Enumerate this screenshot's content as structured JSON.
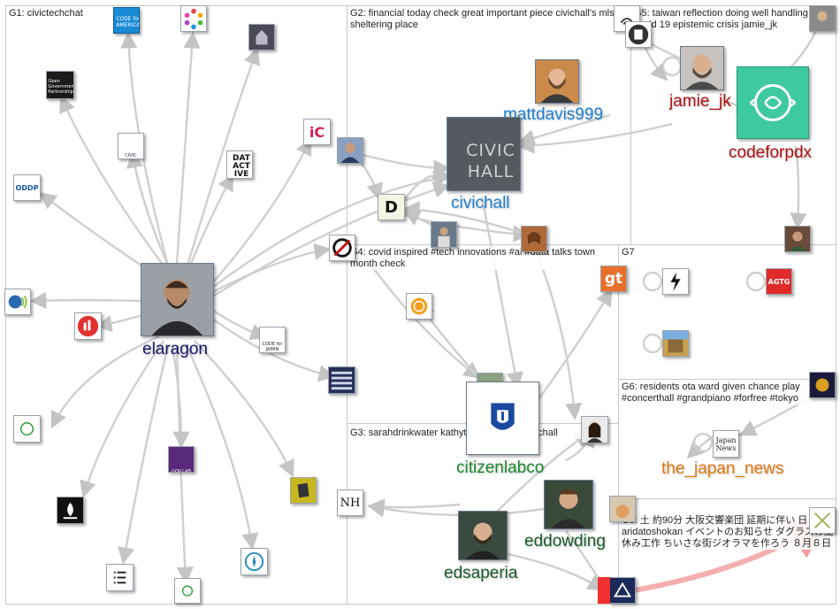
{
  "groups": [
    {
      "id": "G1",
      "label": "G1: civictechchat"
    },
    {
      "id": "G2",
      "label": "G2: financial today check great important piece civichall's mlsif sheltering place"
    },
    {
      "id": "G5",
      "label": "G5: taiwan reflection doing well handling covid 19 epistemic crisis jamie_jk"
    },
    {
      "id": "G4",
      "label": "G4: covid inspired #tech innovations #ai #data talks town month check"
    },
    {
      "id": "G7",
      "label": "G7"
    },
    {
      "id": "G6",
      "label": "G6: residents ota ward given chance play #concerthall #grandpiano #forfree #tokyo"
    },
    {
      "id": "G3",
      "label": "G3: sarahdrinkwater kathytpham nwspk civichall"
    },
    {
      "id": "G8",
      "label": "G8: 土 約90分 大阪交響楽団 延期に伴い 日 aridatoshokan イベントのお知らせ ダグラスの夏休み工作 ちいさな街ジオラマを作ろう ８月８日"
    }
  ],
  "nodes": {
    "elaragon": {
      "label": "elaragon",
      "color": "#1a1a6e"
    },
    "mattdavis999": {
      "label": "mattdavis999",
      "color": "#1e7fd0"
    },
    "civichall": {
      "label": "civichall",
      "color": "#1e7fd0"
    },
    "jamie_jk": {
      "label": "jamie_jk",
      "color": "#b01010"
    },
    "codeforpdx": {
      "label": "codeforpdx",
      "color": "#b01010"
    },
    "citizenlabco": {
      "label": "citizenlabco",
      "color": "#1a8a2a"
    },
    "eddowding": {
      "label": "eddowding",
      "color": "#1a5a2a"
    },
    "edsaperia": {
      "label": "edsaperia",
      "color": "#1a5a2a"
    },
    "the_japan_news": {
      "label": "the_japan_news",
      "color": "#e07a10"
    }
  },
  "icons": {
    "code_for_america": "CODE for AMERICA",
    "open_gov": "Open Government Partnership",
    "civic_media": "CIVIC MEDIA",
    "data_active": "DAT ACT IVE",
    "oddp": "ODDP",
    "ic": "iC",
    "code_for_japan": "CODE for JAPAN",
    "gt": "gt",
    "agtg": "AGTG",
    "nh": "NH",
    "d_logo": "D",
    "japan_news": "Japan News",
    "civic_hall_text": "CIVIC HALL",
    "govlab": "GOV.LAB"
  }
}
